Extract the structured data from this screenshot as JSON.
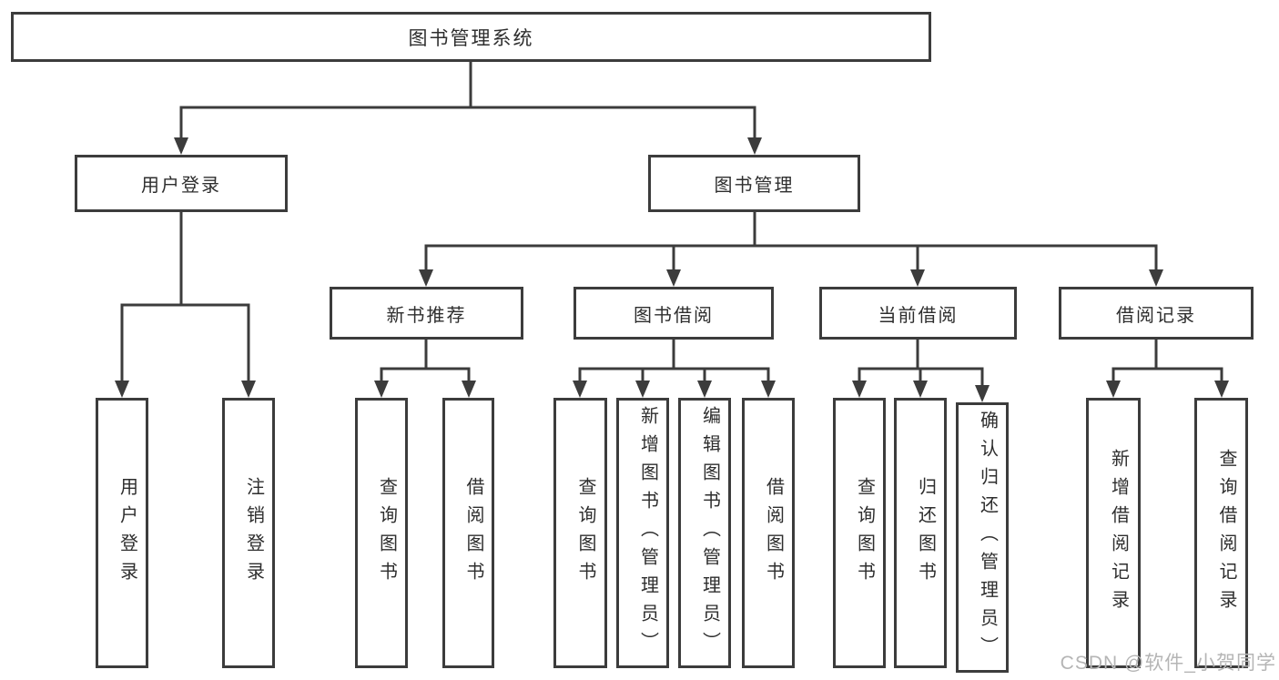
{
  "diagram": {
    "type": "hierarchy-tree",
    "colors": {
      "line": "#3c3c3c",
      "box_border": "#3c3c3c",
      "box_fill": "#ffffff",
      "text": "#2e2e2e",
      "watermark": "#b5b5b5",
      "background": "#ffffff"
    },
    "tree": {
      "label": "图书管理系统",
      "children": [
        {
          "label": "用户登录",
          "children": [
            {
              "label": "用户登录"
            },
            {
              "label": "注销登录"
            }
          ]
        },
        {
          "label": "图书管理",
          "children": [
            {
              "label": "新书推荐",
              "children": [
                {
                  "label": "查询图书"
                },
                {
                  "label": "借阅图书"
                }
              ]
            },
            {
              "label": "图书借阅",
              "children": [
                {
                  "label": "查询图书"
                },
                {
                  "label": "新增图书（管理员）"
                },
                {
                  "label": "编辑图书（管理员）"
                },
                {
                  "label": "借阅图书"
                }
              ]
            },
            {
              "label": "当前借阅",
              "children": [
                {
                  "label": "查询图书"
                },
                {
                  "label": "归还图书"
                },
                {
                  "label": "确认归还（管理员）"
                }
              ]
            },
            {
              "label": "借阅记录",
              "children": [
                {
                  "label": "新增借阅记录"
                },
                {
                  "label": "查询借阅记录"
                }
              ]
            }
          ]
        }
      ]
    }
  },
  "watermark": {
    "text": "CSDN @软件_小贺同学"
  }
}
